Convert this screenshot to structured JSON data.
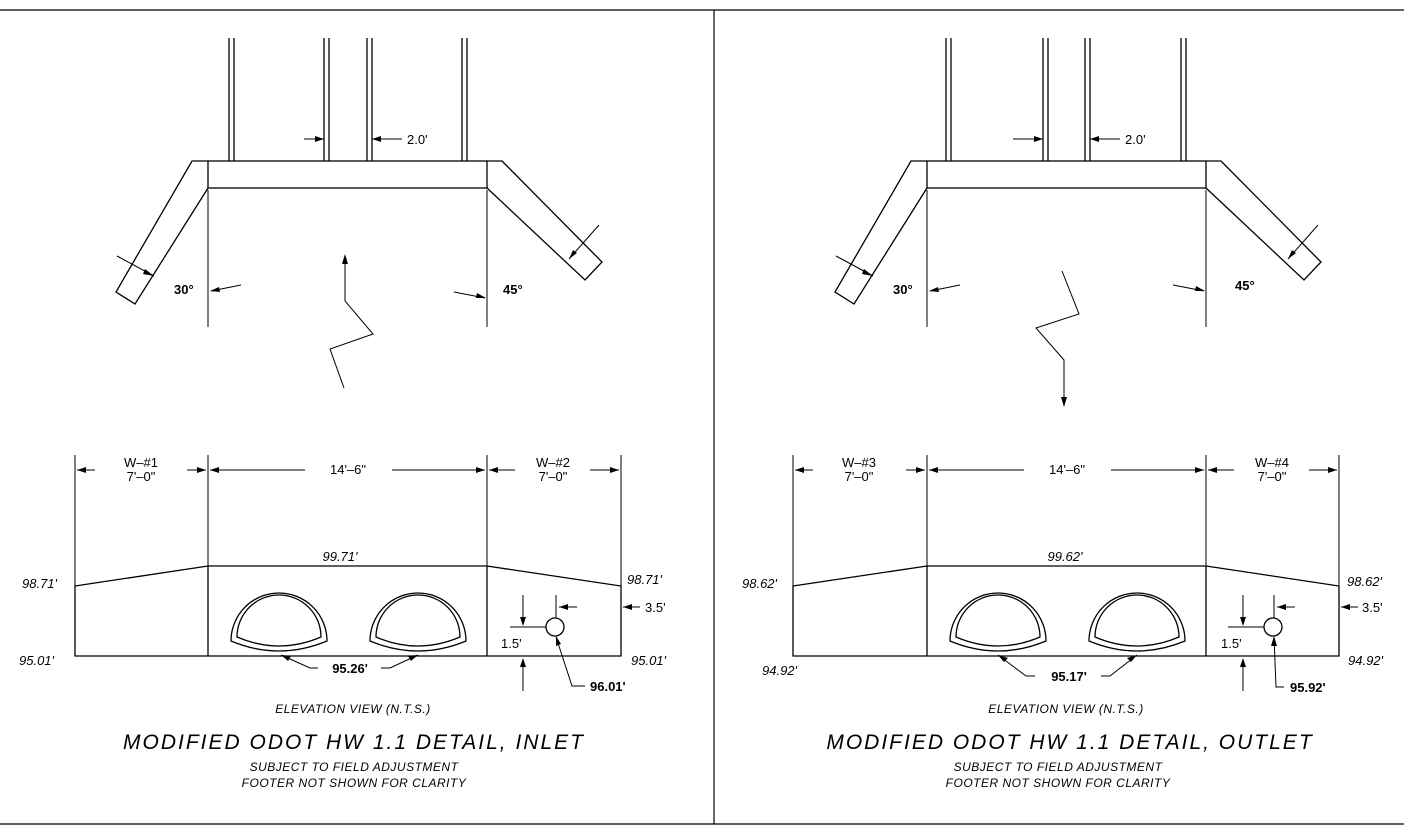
{
  "panels": [
    {
      "id": "inlet",
      "top_dimension": "2.0'",
      "angle_left": "30°",
      "angle_right": "45°",
      "wing_left_label": "W–#1",
      "wing_left_length": "7'–0\"",
      "center_length": "14'–6\"",
      "wing_right_label": "W–#2",
      "wing_right_length": "7'–0\"",
      "top_elevation": "99.71'",
      "wing_left_top_elevation": "98.71'",
      "wing_right_top_elevation": "98.71'",
      "bottom_left_elevation": "95.01'",
      "bottom_right_elevation": "95.01'",
      "invert_elevation": "95.26'",
      "pipe_offset_horizontal": "3.5'",
      "pipe_offset_vertical": "1.5'",
      "pipe_elevation": "96.01'",
      "view_caption": "ELEVATION VIEW (N.T.S.)",
      "title": "MODIFIED ODOT HW 1.1 DETAIL, INLET",
      "note_1": "SUBJECT TO FIELD ADJUSTMENT",
      "note_2": "FOOTER NOT SHOWN FOR CLARITY"
    },
    {
      "id": "outlet",
      "top_dimension": "2.0'",
      "angle_left": "30°",
      "angle_right": "45°",
      "wing_left_label": "W–#3",
      "wing_left_length": "7'–0\"",
      "center_length": "14'–6\"",
      "wing_right_label": "W–#4",
      "wing_right_length": "7'–0\"",
      "top_elevation": "99.62'",
      "wing_left_top_elevation": "98.62'",
      "wing_right_top_elevation": "98.62'",
      "bottom_left_elevation": "94.92'",
      "bottom_right_elevation": "94.92'",
      "invert_elevation": "95.17'",
      "pipe_offset_horizontal": "3.5'",
      "pipe_offset_vertical": "1.5'",
      "pipe_elevation": "95.92'",
      "view_caption": "ELEVATION VIEW (N.T.S.)",
      "title": "MODIFIED ODOT HW 1.1 DETAIL, OUTLET",
      "note_1": "SUBJECT TO FIELD ADJUSTMENT",
      "note_2": "FOOTER NOT SHOWN FOR CLARITY"
    }
  ]
}
